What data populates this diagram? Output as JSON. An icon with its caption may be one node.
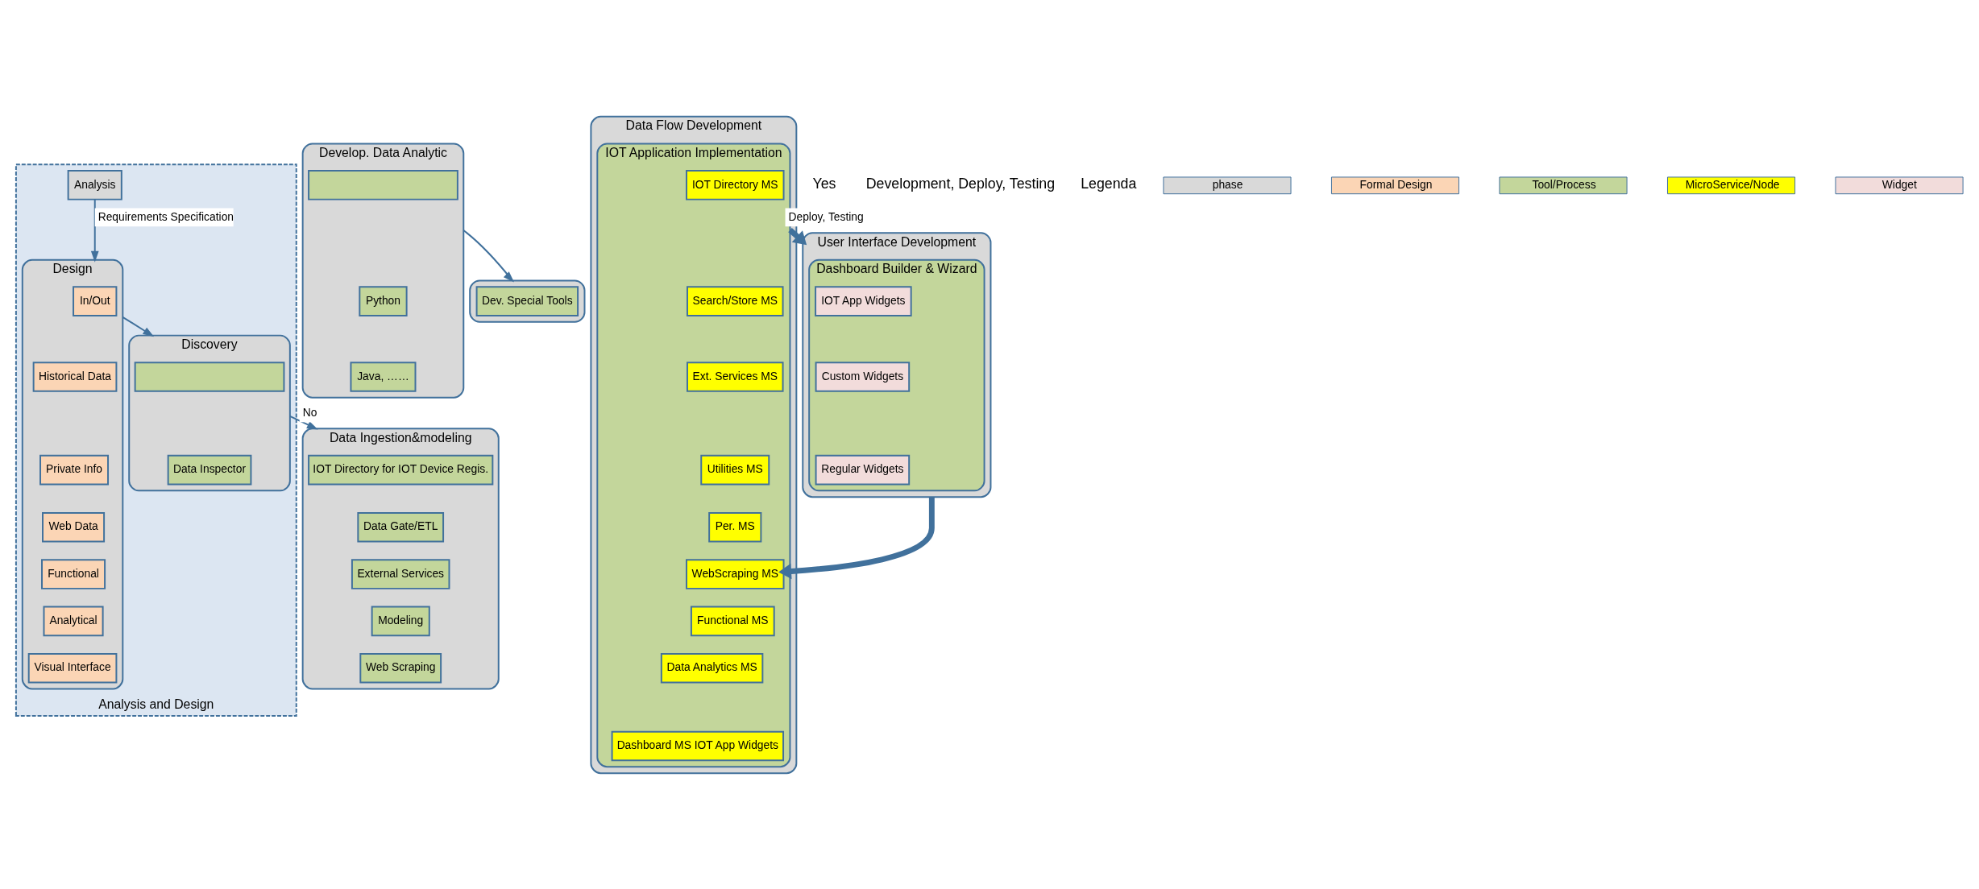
{
  "diagram": {
    "nodes": [
      {
        "text": [
          "Analysis and Design"
        ]
      },
      {
        "text": [
          "Analysis"
        ],
        "in": 0
      },
      {
        "text": [
          "Design"
        ],
        "in": 0
      },
      {
        "text": [
          "In/Out"
        ],
        "in": 2
      },
      {
        "text": [
          "Historical Data"
        ],
        "in": 2
      },
      {
        "text": [
          "Private Info"
        ],
        "in": 2
      },
      {
        "text": [
          "Web Data"
        ],
        "in": 2
      },
      {
        "text": [
          "Functional"
        ],
        "in": 2
      },
      {
        "text": [
          "Analytical"
        ],
        "in": 2
      },
      {
        "text": [
          "Visual Interface"
        ],
        "in": 2
      },
      {
        "text": [
          "Discovery"
        ],
        "in": 0
      },
      {
        "text": [],
        "shape": "box",
        "in": 10
      },
      {
        "text": [
          "Data Inspector"
        ],
        "in": 10
      },
      {
        "text": [
          "Data Ingestion&modeling"
        ]
      },
      {
        "text": [
          "IOT Directory for IOT Device Regis."
        ],
        "in": 13
      },
      {
        "text": [
          "Data Gate/ETL"
        ],
        "in": 13
      },
      {
        "text": [
          "External Services"
        ],
        "in": 13
      },
      {
        "text": [
          "Modeling"
        ],
        "in": 13
      },
      {
        "text": [
          "Web Scraping"
        ],
        "in": 13
      },
      {
        "text": [
          "Develop. Data Analytic"
        ]
      },
      {
        "text": [],
        "shape": "box",
        "in": 19
      },
      {
        "text": [
          "Python"
        ],
        "in": 19
      },
      {
        "text": [
          "Java, ……"
        ],
        "in": 19
      },
      {
        "text": [],
        "shape": "box"
      },
      {
        "text": [
          "Dev. Special Tools"
        ],
        "in": 23
      },
      {
        "text": [
          "Data Flow Development"
        ]
      },
      {
        "text": [
          "IOT Application Implementation"
        ],
        "in": 25
      },
      {
        "text": [
          "IOT Directory MS"
        ],
        "in": 26
      },
      {
        "text": [
          "Search/Store MS"
        ],
        "in": 26
      },
      {
        "text": [
          "Ext. Services MS"
        ],
        "in": 26
      },
      {
        "text": [
          "Utilities MS"
        ],
        "in": 26
      },
      {
        "text": [
          "Per. MS"
        ],
        "in": 26
      },
      {
        "text": [
          "WebScraping MS"
        ],
        "in": 26
      },
      {
        "text": [
          "Functional MS"
        ],
        "in": 26
      },
      {
        "text": [
          "Data Analytics MS"
        ],
        "in": 26
      },
      {
        "text": [
          "Dashboard MS IOT App Widgets"
        ],
        "in": 26
      },
      {
        "text": [
          "User Interface Development"
        ]
      },
      {
        "text": [
          "Dashboard Builder & Wizard"
        ],
        "in": 36
      },
      {
        "text": [
          "IOT App Widgets"
        ],
        "in": 37
      },
      {
        "text": [
          "Custom Widgets"
        ],
        "in": 37
      },
      {
        "text": [
          "Regular Widgets"
        ],
        "in": 37
      }
    ],
    "edges": [
      {
        "from": 1,
        "to": 2,
        "arrow": "to",
        "label": "Requirements Specification"
      },
      {
        "from": 2,
        "to": 10,
        "arrow": "to"
      },
      {
        "from": 10,
        "to": 13,
        "arrow": "to",
        "label": "No"
      },
      {
        "from": 19,
        "to": 23,
        "arrow": "to"
      },
      {
        "from": 26,
        "to": 36,
        "arrow": "to",
        "label": "Deploy, Testing",
        "style": "thick"
      },
      {
        "from": 36,
        "to": 32,
        "arrow": "to",
        "style": "thick"
      }
    ],
    "labels": [
      "Yes",
      "Development, Deploy, Testing",
      "Legenda"
    ],
    "legend": [
      {
        "text": "phase",
        "color": "#d9d9d9"
      },
      {
        "text": "Formal Design",
        "color": "#fbd5b5"
      },
      {
        "text": "Tool/Process",
        "color": "#c3d69b"
      },
      {
        "text": "MicroService/Node",
        "color": "#ffff00"
      },
      {
        "text": "Widget",
        "color": "#f2dcdb"
      }
    ]
  }
}
